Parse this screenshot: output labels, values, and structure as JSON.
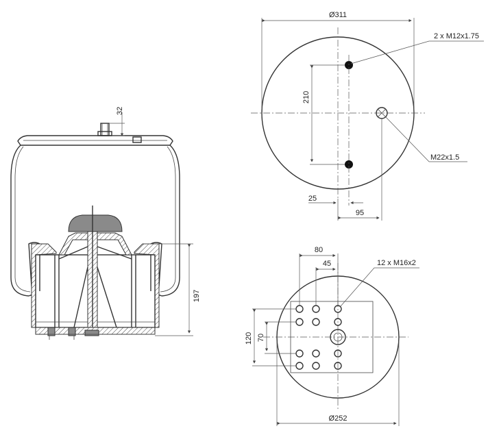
{
  "drawing": {
    "top_view": {
      "diameter_label": "Ø311",
      "thread_label": "2 x M12x1.75",
      "port_label": "M22x1.5",
      "dim_210": "210",
      "dim_25": "25",
      "dim_95": "95"
    },
    "bottom_view": {
      "dim_80": "80",
      "dim_45": "45",
      "holes_label": "12 x M16x2",
      "dim_120": "120",
      "dim_70": "70",
      "diameter_label": "Ø252"
    },
    "side_view": {
      "dim_32": "32",
      "dim_197": "197"
    }
  }
}
